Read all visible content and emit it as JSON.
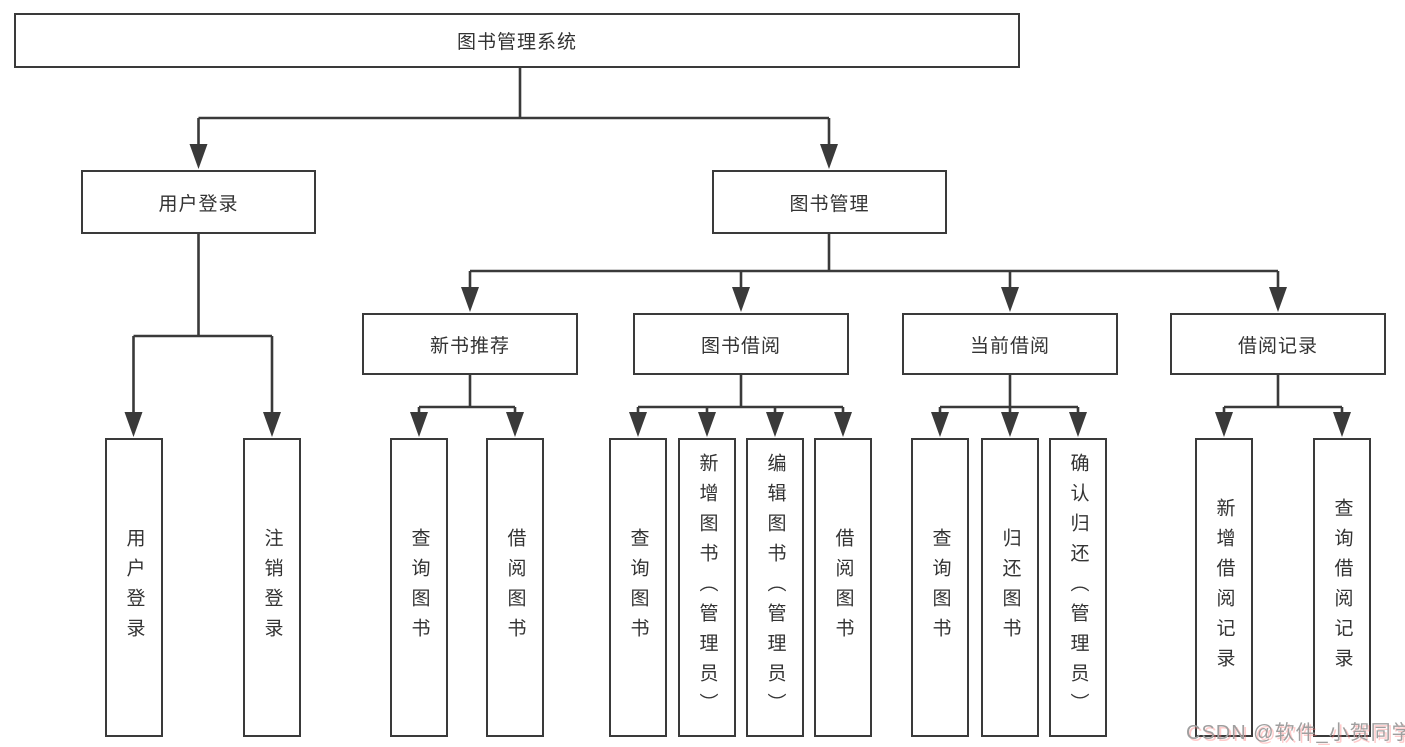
{
  "page": {
    "background": "#ffffff"
  },
  "diagram": {
    "type": "hierarchy-tree",
    "colors": {
      "line": "#3a3a3a",
      "box_border": "#3a3a3a",
      "box_fill": "#ffffff",
      "text": "#333333",
      "watermark": "#9f9f9f"
    },
    "nodes": {
      "root": {
        "label": "图书管理系统"
      },
      "level2": [
        {
          "label": "用户登录"
        },
        {
          "label": "图书管理"
        }
      ],
      "level3": [
        {
          "label": "新书推荐"
        },
        {
          "label": "图书借阅"
        },
        {
          "label": "当前借阅"
        },
        {
          "label": "借阅记录"
        }
      ],
      "leaves": [
        {
          "label": "用户登录"
        },
        {
          "label": "注销登录"
        },
        {
          "label": "查询图书"
        },
        {
          "label": "借阅图书"
        },
        {
          "label": "查询图书"
        },
        {
          "label": "新增图书（管理员）"
        },
        {
          "label": "编辑图书（管理员）"
        },
        {
          "label": "借阅图书"
        },
        {
          "label": "查询图书"
        },
        {
          "label": "归还图书"
        },
        {
          "label": "确认归还（管理员）"
        },
        {
          "label": "新增借阅记录"
        },
        {
          "label": "查询借阅记录"
        }
      ]
    },
    "edges": [
      {
        "from": "图书管理系统",
        "to": "用户登录"
      },
      {
        "from": "图书管理系统",
        "to": "图书管理"
      },
      {
        "from": "用户登录",
        "to": "用户登录(子)"
      },
      {
        "from": "用户登录",
        "to": "注销登录"
      },
      {
        "from": "图书管理",
        "to": "新书推荐"
      },
      {
        "from": "图书管理",
        "to": "图书借阅"
      },
      {
        "from": "图书管理",
        "to": "当前借阅"
      },
      {
        "from": "图书管理",
        "to": "借阅记录"
      },
      {
        "from": "新书推荐",
        "to": "查询图书"
      },
      {
        "from": "新书推荐",
        "to": "借阅图书"
      },
      {
        "from": "图书借阅",
        "to": "查询图书"
      },
      {
        "from": "图书借阅",
        "to": "新增图书（管理员）"
      },
      {
        "from": "图书借阅",
        "to": "编辑图书（管理员）"
      },
      {
        "from": "图书借阅",
        "to": "借阅图书"
      },
      {
        "from": "当前借阅",
        "to": "查询图书"
      },
      {
        "from": "当前借阅",
        "to": "归还图书"
      },
      {
        "from": "当前借阅",
        "to": "确认归还（管理员）"
      },
      {
        "from": "借阅记录",
        "to": "新增借阅记录"
      },
      {
        "from": "借阅记录",
        "to": "查询借阅记录"
      }
    ],
    "watermark": "CSDN @软件_小贺同学"
  }
}
